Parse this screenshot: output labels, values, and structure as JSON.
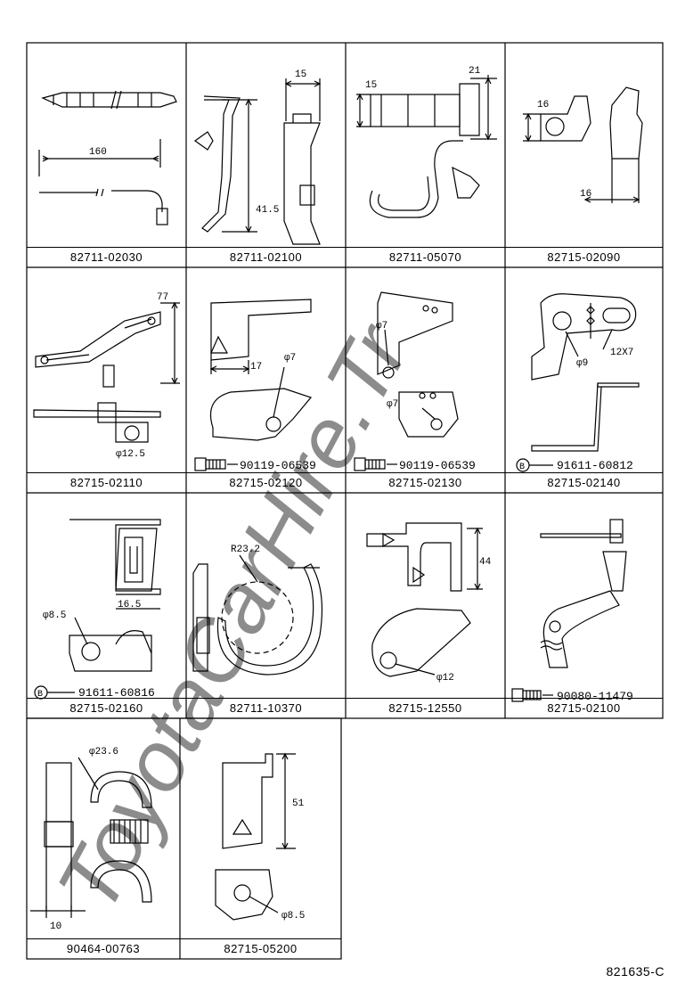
{
  "watermark": "ToyotaCarHire.Tr",
  "drawing_number": "821635-C",
  "parts": [
    {
      "part_no": "82711-02030",
      "dims": [
        "160"
      ]
    },
    {
      "part_no": "82711-02100",
      "dims": [
        "15",
        "41.5"
      ]
    },
    {
      "part_no": "82711-05070",
      "dims": [
        "15",
        "21"
      ]
    },
    {
      "part_no": "82715-02090",
      "dims": [
        "16",
        "16"
      ]
    },
    {
      "part_no": "82715-02110",
      "dims": [
        "77",
        "φ12.5"
      ]
    },
    {
      "part_no": "82715-02120",
      "dims": [
        "17",
        "φ7"
      ],
      "bolt": "90119-06539"
    },
    {
      "part_no": "82715-02130",
      "dims": [
        "φ7",
        "φ7"
      ],
      "bolt": "90119-06539"
    },
    {
      "part_no": "82715-02140",
      "dims": [
        "φ9",
        "12X7"
      ],
      "bolt": "91611-60812",
      "bolt_mark": "B"
    },
    {
      "part_no": "82715-02160",
      "dims": [
        "φ8.5",
        "16.5"
      ],
      "bolt": "91611-60816",
      "bolt_mark": "B"
    },
    {
      "part_no": "82711-10370",
      "dims": [
        "R23.2"
      ]
    },
    {
      "part_no": "82715-12550",
      "dims": [
        "44",
        "φ12"
      ]
    },
    {
      "part_no": "82715-02100",
      "dims": [],
      "bolt": "90080-11479"
    },
    {
      "part_no": "90464-00763",
      "dims": [
        "φ23.6",
        "10"
      ]
    },
    {
      "part_no": "82715-05200",
      "dims": [
        "51",
        "φ8.5"
      ]
    }
  ]
}
